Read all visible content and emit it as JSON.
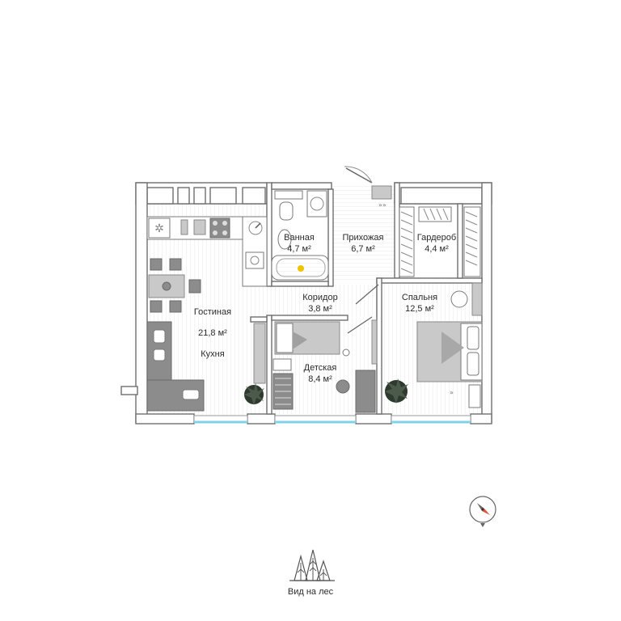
{
  "rooms": {
    "bathroom": {
      "name": "Ванная",
      "area": "4,7 м²"
    },
    "hallway": {
      "name": "Прихожая",
      "area": "6,7 м²"
    },
    "wardrobe": {
      "name": "Гардероб",
      "area": "4,4 м²"
    },
    "corridor": {
      "name": "Коридор",
      "area": "3,8 м²"
    },
    "bedroom": {
      "name": "Спальня",
      "area": "12,5 м²"
    },
    "living": {
      "name": "Гостиная",
      "area": "21,8 м²",
      "kitchen": "Кухня"
    },
    "kids": {
      "name": "Детская",
      "area": "8,4 м²"
    }
  },
  "view_label": "Вид на лес",
  "icons": {
    "compass": "compass-icon",
    "forest": "forest-icon",
    "plant": "plant-icon"
  },
  "colors": {
    "wall": "#6e6e6e",
    "window_accent": "#7fd3e8",
    "plant": "#2f3a2f",
    "compass_needle": "#e0503a",
    "bath_duck": "#f2c400"
  }
}
